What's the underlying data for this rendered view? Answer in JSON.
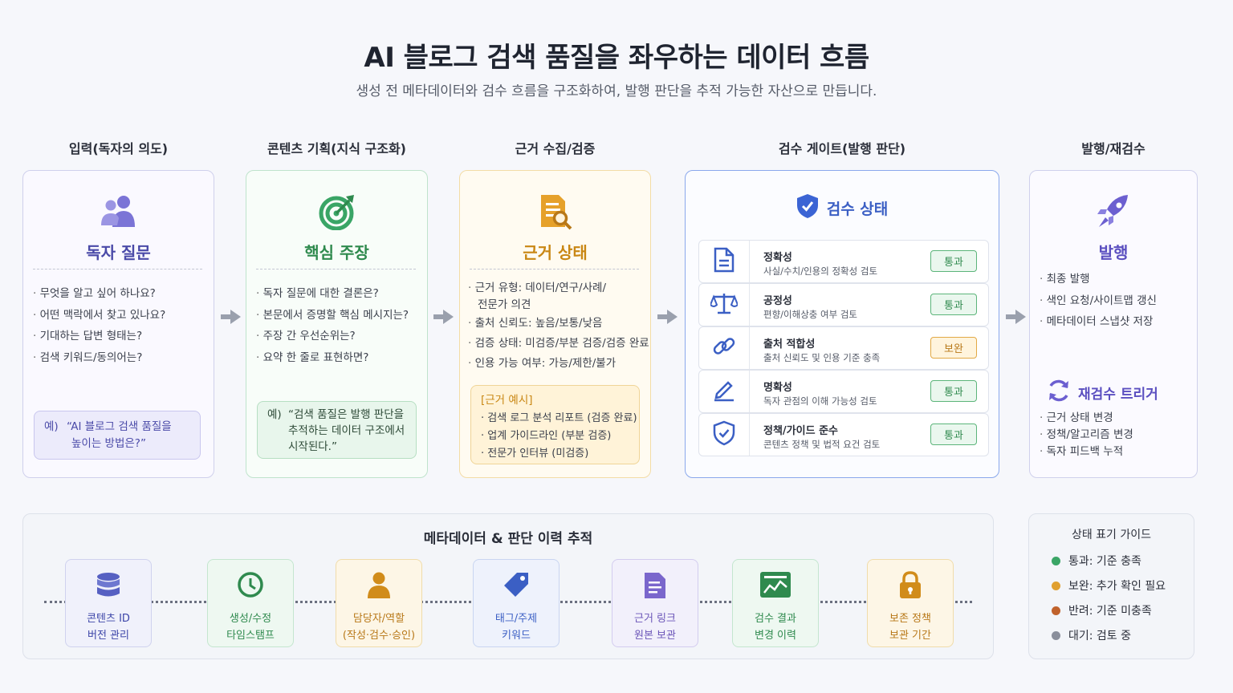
{
  "title": "AI 블로그 검색 품질을 좌우하는 데이터 흐름",
  "subtitle": "생성 전 메타데이터와 검수 흐름을 구조화하여, 발행 판단을 추적 가능한 자산으로 만듭니다.",
  "columns": [
    {
      "header": "입력(독자의 의도)",
      "card_title": "독자 질문",
      "icon": "users-icon",
      "bullets": [
        "무엇을 알고 싶어 하나요?",
        "어떤 맥락에서 찾고 있나요?",
        "기대하는 답변 형태는?",
        "검색 키워드/동의어는?"
      ],
      "example_label": "예)",
      "example_lines": [
        "“AI 블로그 검색 품질을",
        "높이는 방법은?”"
      ]
    },
    {
      "header": "콘텐츠 기획(지식 구조화)",
      "card_title": "핵심 주장",
      "icon": "target-icon",
      "bullets": [
        "독자 질문에 대한 결론은?",
        "본문에서 증명할 핵심 메시지는?",
        "주장 간 우선순위는?",
        "요약 한 줄로 표현하면?"
      ],
      "example_label": "예)",
      "example_lines": [
        "“검색 품질은 발행 판단을",
        "추적하는 데이터 구조에서",
        "시작된다.”"
      ]
    },
    {
      "header": "근거 수집/검증",
      "card_title": "근거 상태",
      "icon": "document-search-icon",
      "bullets": [
        "근거 유형: 데이터/연구/사례/",
        "전문가 의견",
        "출처 신뢰도: 높음/보통/낮음",
        "검증 상태: 미검증/부분 검증/검증 완료",
        "인용 가능 여부: 가능/제한/불가"
      ],
      "example_title": "[근거 예시]",
      "example_lines": [
        "검색 로그 분석 리포트 (검증 완료)",
        "업계 가이드라인 (부분 검증)",
        "전문가 인터뷰 (미검증)"
      ]
    },
    {
      "header": "검수 게이트(발행 판단)",
      "card_title": "검수 상태",
      "icon": "shield-check-icon",
      "rows": [
        {
          "name": "정확성",
          "desc": "사실/수치/인용의 정확성 검토",
          "badge": "통과",
          "state": "pass",
          "icon": "file-icon"
        },
        {
          "name": "공정성",
          "desc": "편향/이해상충 여부 검토",
          "badge": "통과",
          "state": "pass",
          "icon": "scale-icon"
        },
        {
          "name": "출처 적합성",
          "desc": "출처 신뢰도 및 인용 기준 충족",
          "badge": "보완",
          "state": "hold",
          "icon": "link-icon"
        },
        {
          "name": "명확성",
          "desc": "독자 관점의 이해 가능성 검토",
          "badge": "통과",
          "state": "pass",
          "icon": "pen-icon"
        },
        {
          "name": "정책/가이드 준수",
          "desc": "콘텐츠 정책 및 법적 요건 검토",
          "badge": "통과",
          "state": "pass",
          "icon": "shield-icon"
        }
      ]
    },
    {
      "header": "발행/재검수",
      "card_title": "발행",
      "icon": "rocket-icon",
      "bullets": [
        "최종 발행",
        "색인 요청/사이트맵 갱신",
        "메타데이터 스냅샷 저장"
      ],
      "retrigger_title": "재검수 트리거",
      "retrigger_icon": "refresh-icon",
      "retrigger_bullets": [
        "근거 상태 변경",
        "정책/알고리즘 변경",
        "독자 피드백 누적"
      ]
    }
  ],
  "meta": {
    "title": "메타데이터 & 판단 이력 추적",
    "items": [
      {
        "line1": "콘텐츠 ID",
        "line2": "버전 관리",
        "icon": "database-icon",
        "color": "#4f59b8"
      },
      {
        "line1": "생성/수정",
        "line2": "타임스탬프",
        "icon": "clock-icon",
        "color": "#2f8a4e"
      },
      {
        "line1": "담당자/역할",
        "line2": "(작성·검수·승인)",
        "icon": "person-icon",
        "color": "#b87818"
      },
      {
        "line1": "태그/주제",
        "line2": "키워드",
        "icon": "tag-icon",
        "color": "#3b5fc4"
      },
      {
        "line1": "근거 링크",
        "line2": "원본 보관",
        "icon": "document-icon",
        "color": "#6b55b8"
      },
      {
        "line1": "검수 결과",
        "line2": "변경 이력",
        "icon": "chart-icon",
        "color": "#2f8a4e"
      },
      {
        "line1": "보존 정책",
        "line2": "보관 기간",
        "icon": "lock-icon",
        "color": "#b87818"
      }
    ]
  },
  "legend": {
    "title": "상태 표기 가이드",
    "items": [
      {
        "label": "통과: 기준 충족",
        "color": "#3aa566"
      },
      {
        "label": "보완: 추가 확인 필요",
        "color": "#e0a030"
      },
      {
        "label": "반려: 기준 미충족",
        "color": "#c0622c"
      },
      {
        "label": "대기: 검토 중",
        "color": "#8a8f9c"
      }
    ]
  }
}
